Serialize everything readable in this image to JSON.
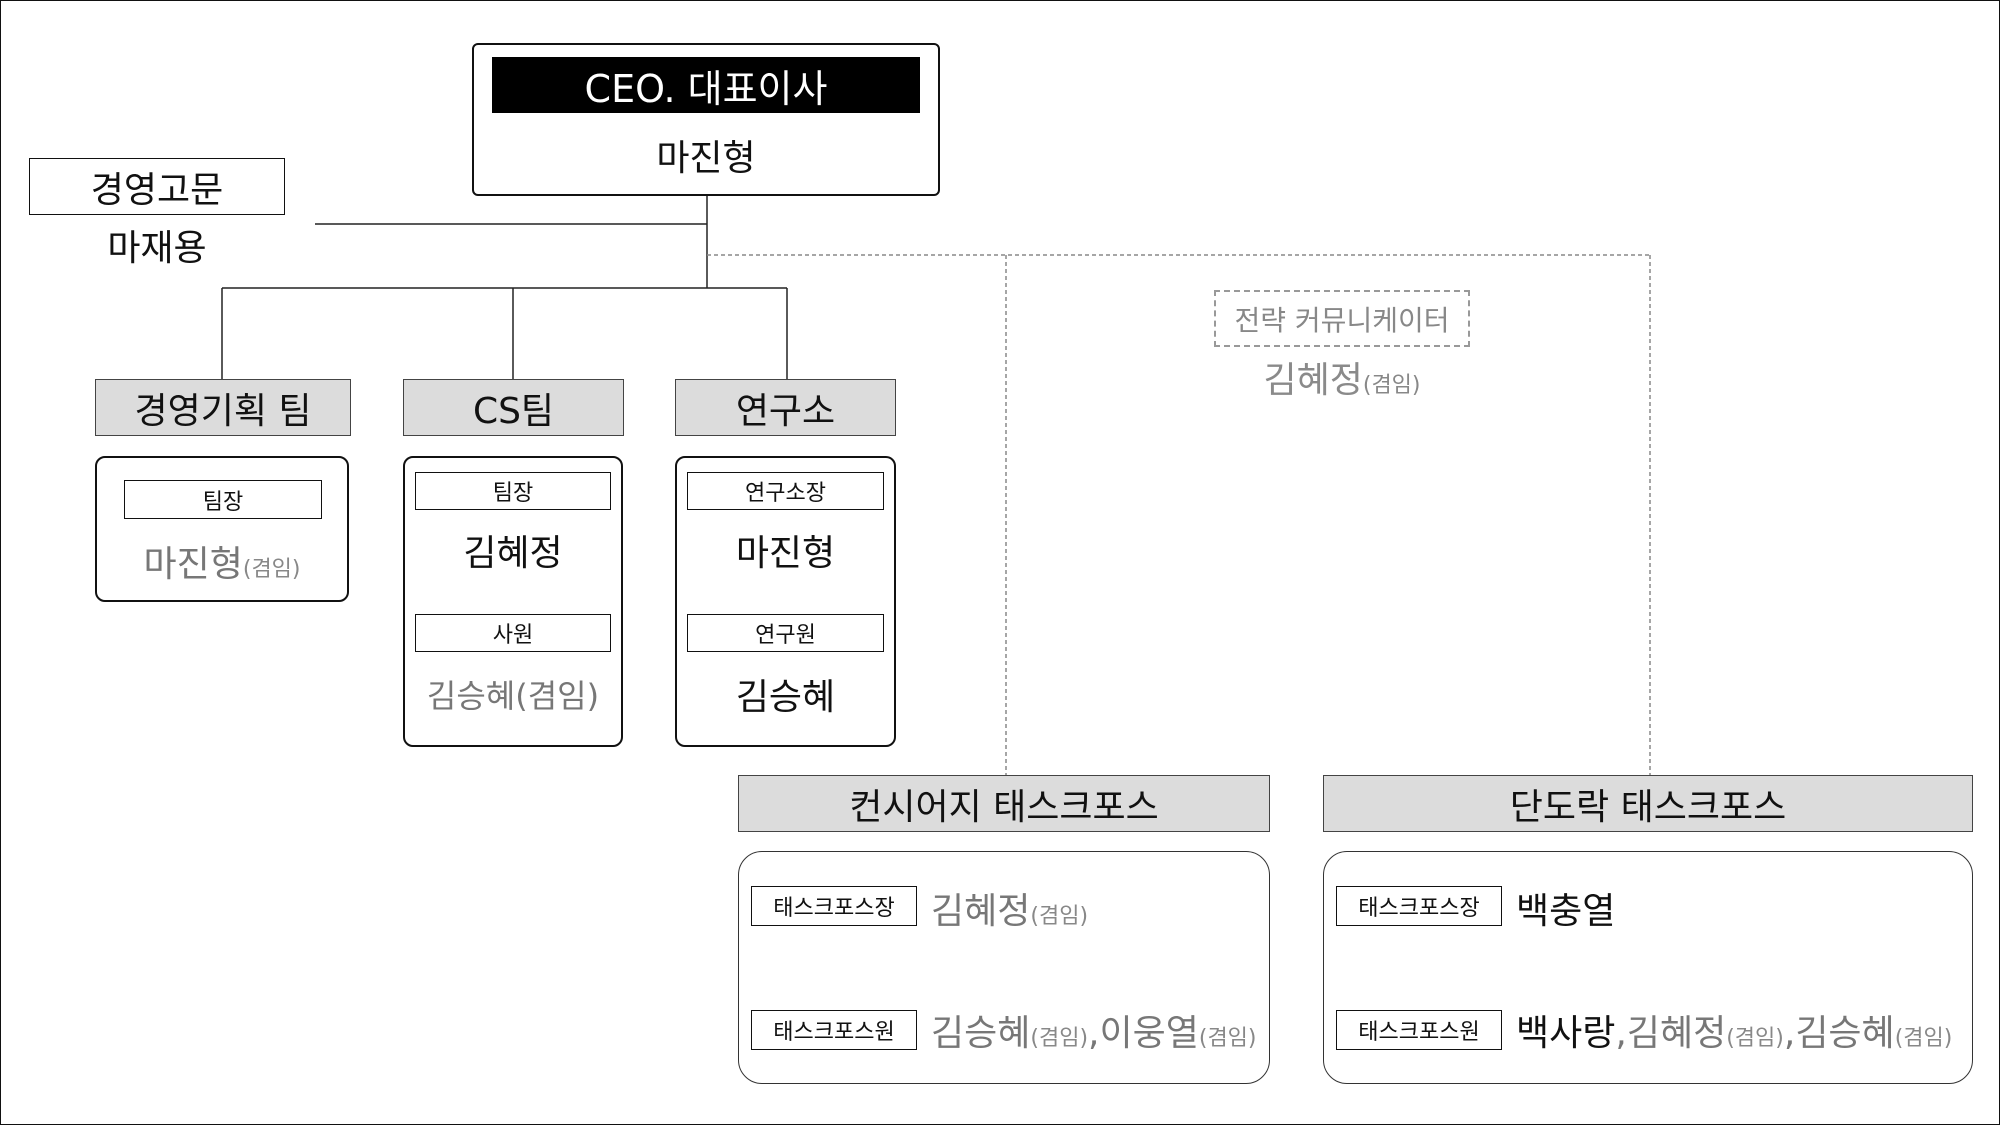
{
  "ceo": {
    "title": "CEO. 대표이사",
    "name": "마진형"
  },
  "advisor": {
    "title": "경영고문",
    "name": "마재용"
  },
  "departments": [
    {
      "name": "경영기획 팀",
      "roles": [
        {
          "role": "팀장",
          "name": "마진형",
          "note": "(겸임)"
        }
      ]
    },
    {
      "name": "CS팀",
      "roles": [
        {
          "role": "팀장",
          "name": "김혜정"
        },
        {
          "role": "사원",
          "name": "김승혜(겸임)"
        }
      ]
    },
    {
      "name": "연구소",
      "roles": [
        {
          "role": "연구소장",
          "name": "마진형"
        },
        {
          "role": "연구원",
          "name": "김승혜"
        }
      ]
    }
  ],
  "strategy": {
    "title": "전략 커뮤니케이터",
    "name": "김혜정",
    "note": "(겸임)"
  },
  "taskforces": [
    {
      "name": "컨시어지 태스크포스",
      "leader_role": "태스크포스장",
      "leader": "김혜정",
      "leader_note": "(겸임)",
      "member_role": "태스크포스원",
      "members": [
        {
          "name": "김승혜",
          "note": "(겸임)"
        },
        {
          "name": "이웅열",
          "note": "(겸임)"
        }
      ]
    },
    {
      "name": "단도락 태스크포스",
      "leader_role": "태스크포스장",
      "leader": "백충열",
      "member_role": "태스크포스원",
      "members": [
        {
          "name": "백사랑"
        },
        {
          "name": "김혜정",
          "note": "(겸임)"
        },
        {
          "name": "김승혜",
          "note": "(겸임)"
        }
      ]
    }
  ],
  "separator": ", "
}
